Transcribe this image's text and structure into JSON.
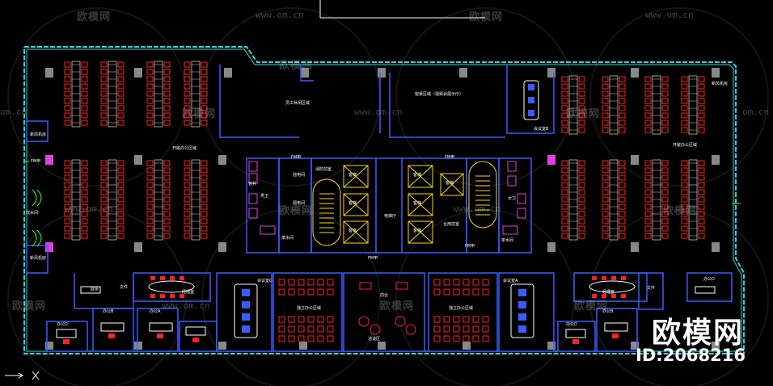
{
  "watermark": {
    "logo_text": "欧模网",
    "url_text": "www.om.cn",
    "om_cn": "om.cn",
    "id_text": "ID:2068216"
  },
  "room_labels": {
    "staff_activity": "员工休闲区域",
    "window_reception": "窗景区域（视频会展示厅）",
    "open_office_left": "开敞办公区域",
    "open_office_right": "开敞办公区域",
    "meeting_room_top": "会议室B",
    "electrical_room": "电梯厅",
    "pantry": "茶水间",
    "pantry_right": "茶水间",
    "strong_room": "强电间",
    "weak_room": "弱电间",
    "fire_room": "消防前室",
    "fire_room_right": "合用前室",
    "male_wc": "男卫",
    "female_wc": "女卫",
    "meeting_room_c": "会议室C",
    "meeting_room_a": "会议室A",
    "office_a": "办公A",
    "office_b": "办公B",
    "office_d": "办公D",
    "finance": "财务",
    "archive": "文件",
    "manager_room": "经理室",
    "reception": "前台",
    "lounge": "洽谈区",
    "focus_zone": "独立办公区域",
    "focus_zone_right": "独立办公区域",
    "elevator": "客梯",
    "stair_1": "疏散楼梯",
    "stair_2": "疏散楼梯",
    "pipe_well": "管井",
    "door_code": "FM甲",
    "water_room": "饮水间",
    "side_label": "新风机房",
    "side_label_2": "新风机房"
  },
  "colors": {
    "outer_wall": "#2ad7e0",
    "interior_wall": "#3a5cff",
    "chairs": "#ff2020",
    "core": "#ffd800",
    "magenta": "#e040e0",
    "green": "#2aff2a",
    "white": "#ffffff"
  }
}
